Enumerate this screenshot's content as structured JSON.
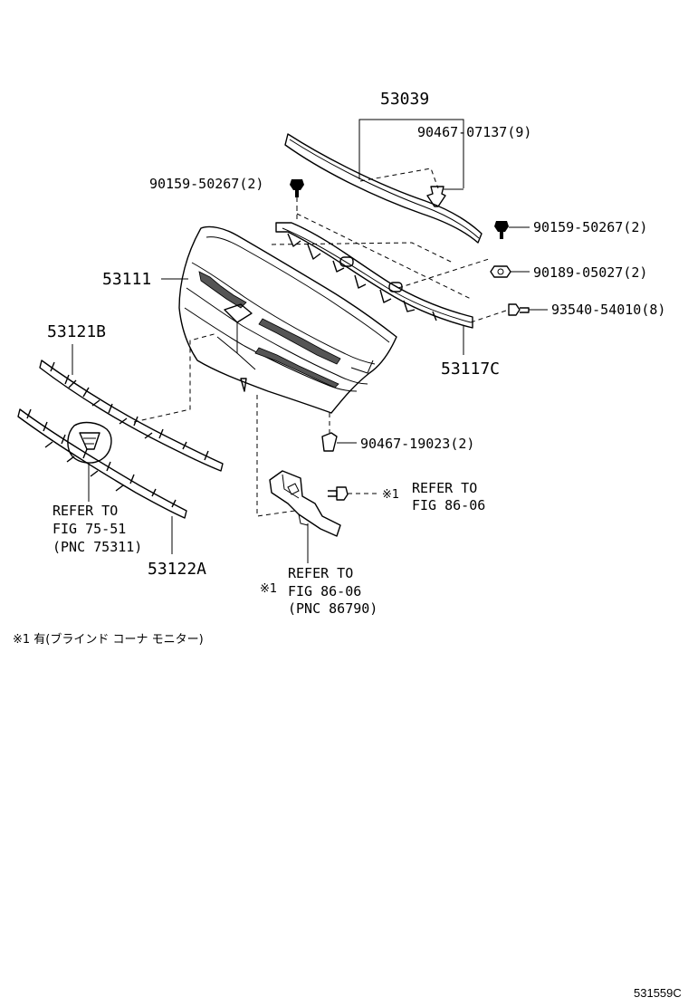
{
  "diagram": {
    "part_numbers": {
      "molding_upper": "53039",
      "clip_upper": "90467-07137(9)",
      "screw_left": "90159-50267(2)",
      "screw_right": "90159-50267(2)",
      "nut_right": "90189-05027(2)",
      "screw_bolt": "93540-54010(8)",
      "grille": "53111",
      "retainer": "53117C",
      "molding_b": "53121B",
      "molding_a": "53122A",
      "clip_lower": "90467-19023(2)"
    },
    "references": {
      "emblem_line1": "REFER TO",
      "emblem_line2": "FIG 75-51",
      "emblem_line3": "(PNC 75311)",
      "sensor_right_line1": "REFER TO",
      "sensor_right_line2": "FIG 86-06",
      "sensor_right_mark": "※1",
      "sensor_bottom_line1": "REFER TO",
      "sensor_bottom_line2": "FIG 86-06",
      "sensor_bottom_line3": "(PNC 86790)",
      "sensor_bottom_mark": "※1"
    },
    "footnote": "※1 有(ブラインド コーナ モニター)",
    "figure_id": "531559C"
  }
}
